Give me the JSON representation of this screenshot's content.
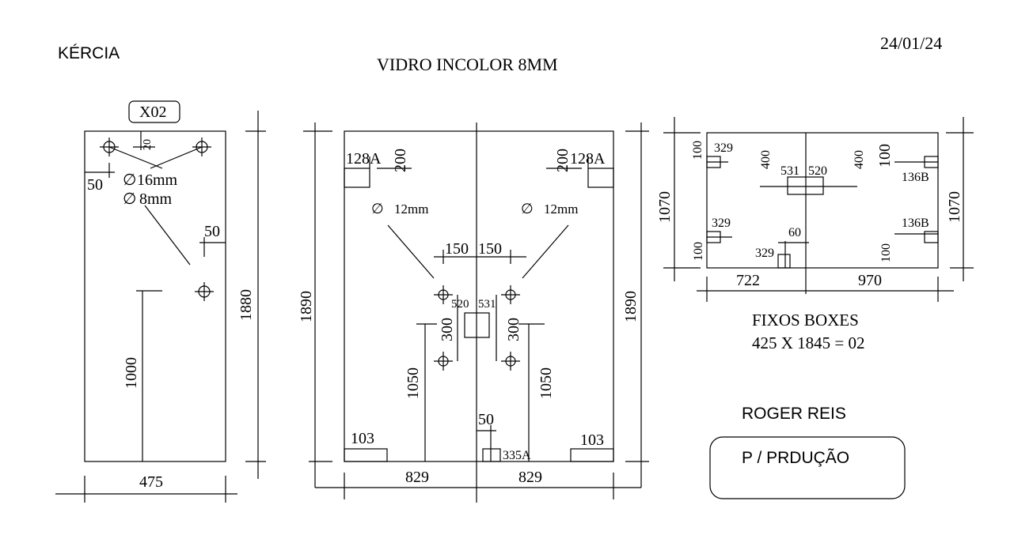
{
  "header": {
    "client": "KÉRCIA",
    "date": "24/01/24",
    "material": "VIDRO INCOLOR 8MM"
  },
  "piece_left": {
    "tag": "X02",
    "dim_top_hole": "20",
    "dim_side": "50",
    "hole_16": "16mm",
    "hole_8": "8mm",
    "dim_50_right": "50",
    "dim_1000": "1000",
    "height": "1880",
    "width": "475"
  },
  "piece_center": {
    "notch_left": "128A",
    "notch_right": "128A",
    "dim_200_left": "200",
    "dim_200_right": "200",
    "hole_left": "12mm",
    "hole_right": "12mm",
    "dim_150_left": "150",
    "dim_150_right": "150",
    "label_520": "520",
    "label_531": "531",
    "dim_300_left": "300",
    "dim_300_right": "300",
    "height_left": "1890",
    "height_right": "1890",
    "dim_1050_left": "1050",
    "dim_1050_right": "1050",
    "dim_50": "50",
    "notch_bottom_left": "103",
    "notch_bottom_right": "103",
    "notch_bottom_center": "335A",
    "width_left": "829",
    "width_right": "829"
  },
  "piece_right": {
    "dim_100_tl": "100",
    "label_329_tl": "329",
    "dim_400_left": "400",
    "label_531": "531",
    "label_520": "520",
    "dim_400_right": "400",
    "dim_100_tr": "100",
    "label_136B_top": "136B",
    "height_left": "1070",
    "height_right": "1070",
    "label_329_bl": "329",
    "dim_60": "60",
    "label_136B_bottom": "136B",
    "dim_100_bl": "100",
    "label_329_bottom": "329",
    "dim_100_br": "100",
    "width_left": "722",
    "width_right": "970"
  },
  "notes": {
    "fixos_line1": "FIXOS BOXES",
    "fixos_line2": "425 X 1845 = 02",
    "author": "ROGER REIS",
    "stamp": "P / PRDUÇÃO"
  }
}
